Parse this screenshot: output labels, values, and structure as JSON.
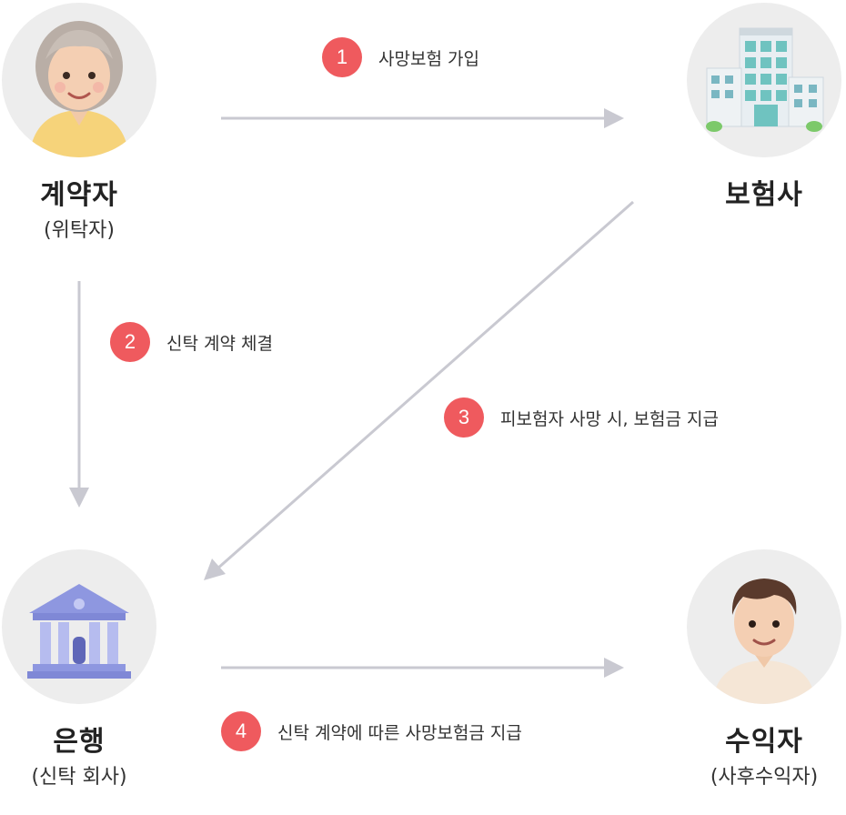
{
  "nodes": {
    "contractor": {
      "name": "계약자",
      "sub": "(위탁자)",
      "icon": "grandmother-avatar-icon"
    },
    "insurer": {
      "name": "보험사",
      "sub": "",
      "icon": "office-building-icon"
    },
    "bank": {
      "name": "은행",
      "sub": "(신탁 회사)",
      "icon": "bank-building-icon"
    },
    "beneficiary": {
      "name": "수익자",
      "sub": "(사후수익자)",
      "icon": "young-man-avatar-icon"
    }
  },
  "steps": [
    {
      "num": "1",
      "label": "사망보험 가입"
    },
    {
      "num": "2",
      "label": "신탁 계약 체결"
    },
    {
      "num": "3",
      "label": "피보험자 사망 시, 보험금 지급"
    },
    {
      "num": "4",
      "label": "신탁 계약에 따른 사망보험금 지급"
    }
  ],
  "colors": {
    "badge": "#ef5a5e",
    "arrow": "#c9c9d1",
    "avatar_bg": "#ededed"
  }
}
